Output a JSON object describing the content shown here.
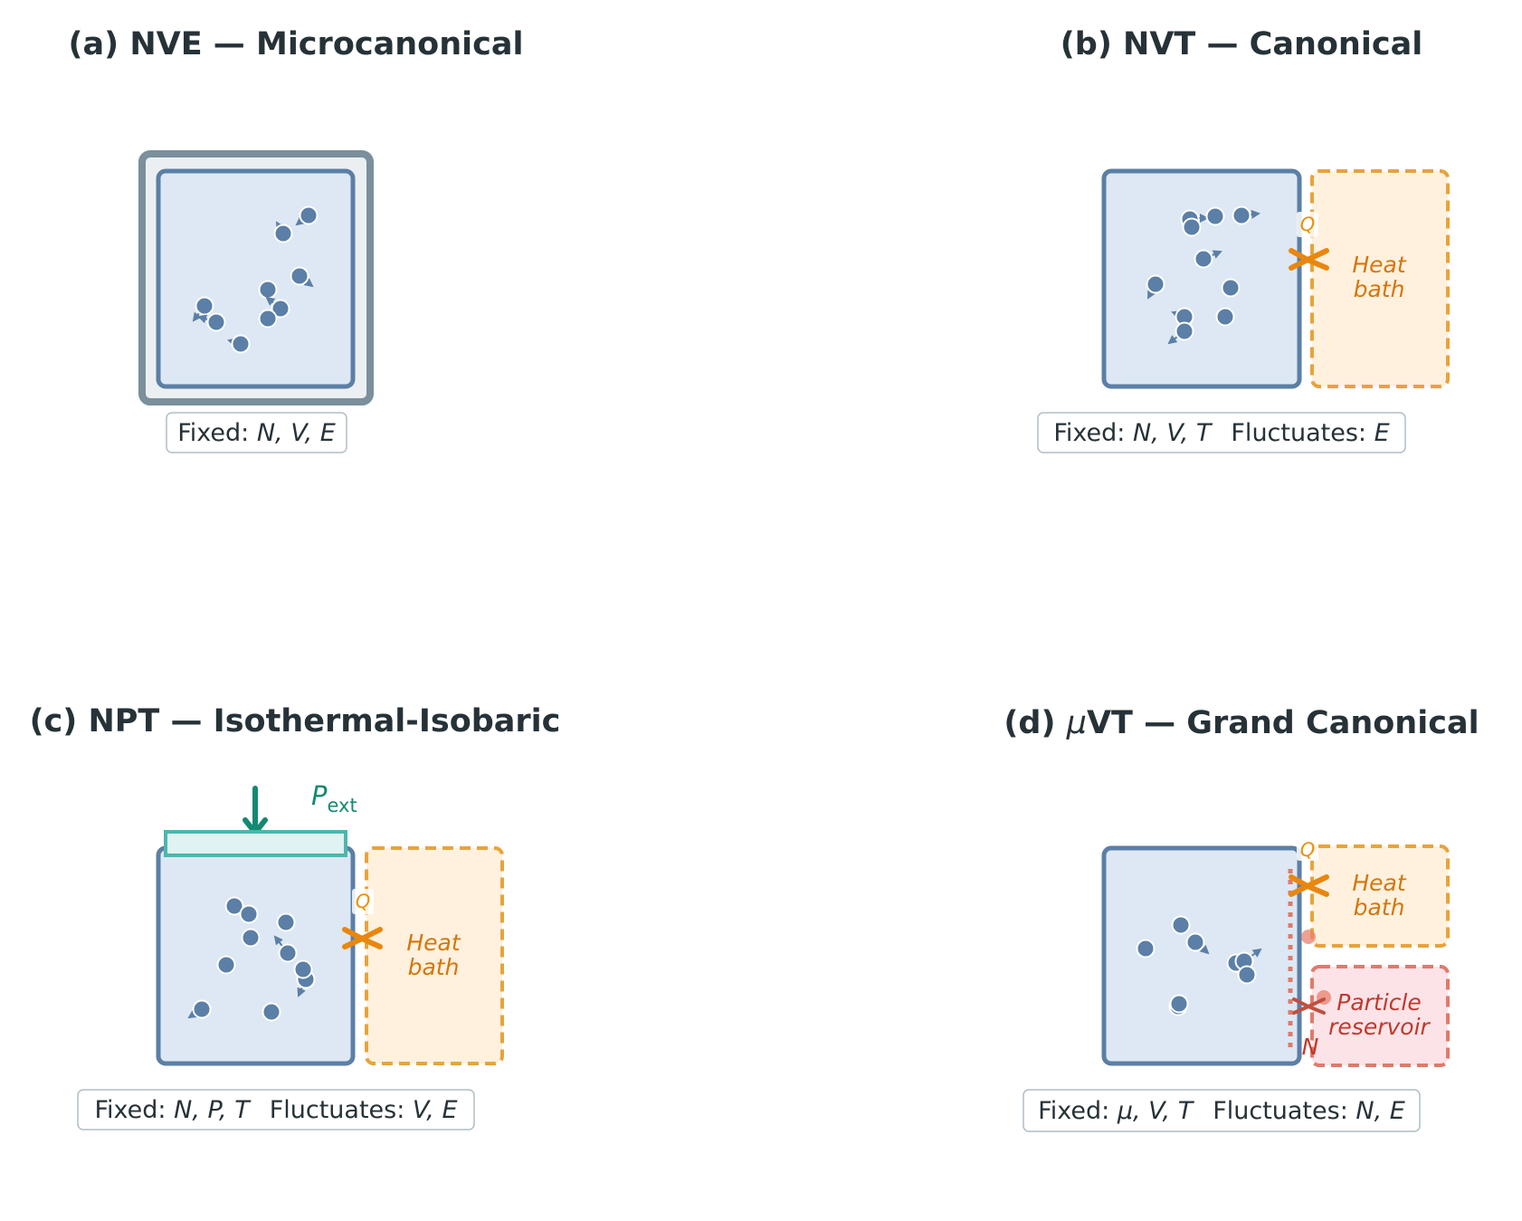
{
  "colors": {
    "title": "#263238",
    "box_stroke": "#5b7fa6",
    "box_fill": "#dde8f4",
    "insulation": "#7b8f9c",
    "particle": "#5b7fa6",
    "bath_stroke": "#e8a33a",
    "bath_fill": "#fff1de",
    "heat_arrow": "#e8870f",
    "piston_stroke": "#4db6ac",
    "piston_fill": "#e0f2f1",
    "pressure_arrow": "#138a72",
    "reservoir_stroke": "#e07a6a",
    "reservoir_fill": "#fbe3e8",
    "reservoir_text": "#c0392b"
  },
  "panels": [
    {
      "id": "a",
      "title": "(a) NVE — Microcanonical",
      "caption": {
        "fixed_prefix": "Fixed: ",
        "fixed_vars": "N, V, E",
        "fluct_prefix": "",
        "fluct_vars": ""
      },
      "particles": 10
    },
    {
      "id": "b",
      "title": "(b) NVT — Canonical",
      "caption": {
        "fixed_prefix": "Fixed: ",
        "fixed_vars": "N, V, T",
        "fluct_prefix": "Fluctuates: ",
        "fluct_vars": "E"
      },
      "heat_bath": {
        "line1": "Heat",
        "line2": "bath",
        "exchange_label": "Q"
      },
      "particles": 10
    },
    {
      "id": "c",
      "title": "(c) NPT — Isothermal-Isobaric",
      "caption": {
        "fixed_prefix": "Fixed: ",
        "fixed_vars": "N, P, T",
        "fluct_prefix": "Fluctuates: ",
        "fluct_vars": "V, E"
      },
      "heat_bath": {
        "line1": "Heat",
        "line2": "bath",
        "exchange_label": "Q"
      },
      "pressure": {
        "symbol": "P",
        "subscript": "ext"
      },
      "particles": 10
    },
    {
      "id": "d",
      "title_prefix": "(d) ",
      "title_mu": "μ",
      "title_rest": "VT — Grand Canonical",
      "caption": {
        "fixed_prefix": "Fixed: ",
        "fixed_vars": "μ, V, T",
        "fluct_prefix": "Fluctuates: ",
        "fluct_vars": "N, E"
      },
      "heat_bath": {
        "line1": "Heat",
        "line2": "bath",
        "exchange_label": "Q"
      },
      "reservoir": {
        "line1": "Particle",
        "line2": "reservoir",
        "exchange_label": "N"
      },
      "particles": 8
    }
  ]
}
